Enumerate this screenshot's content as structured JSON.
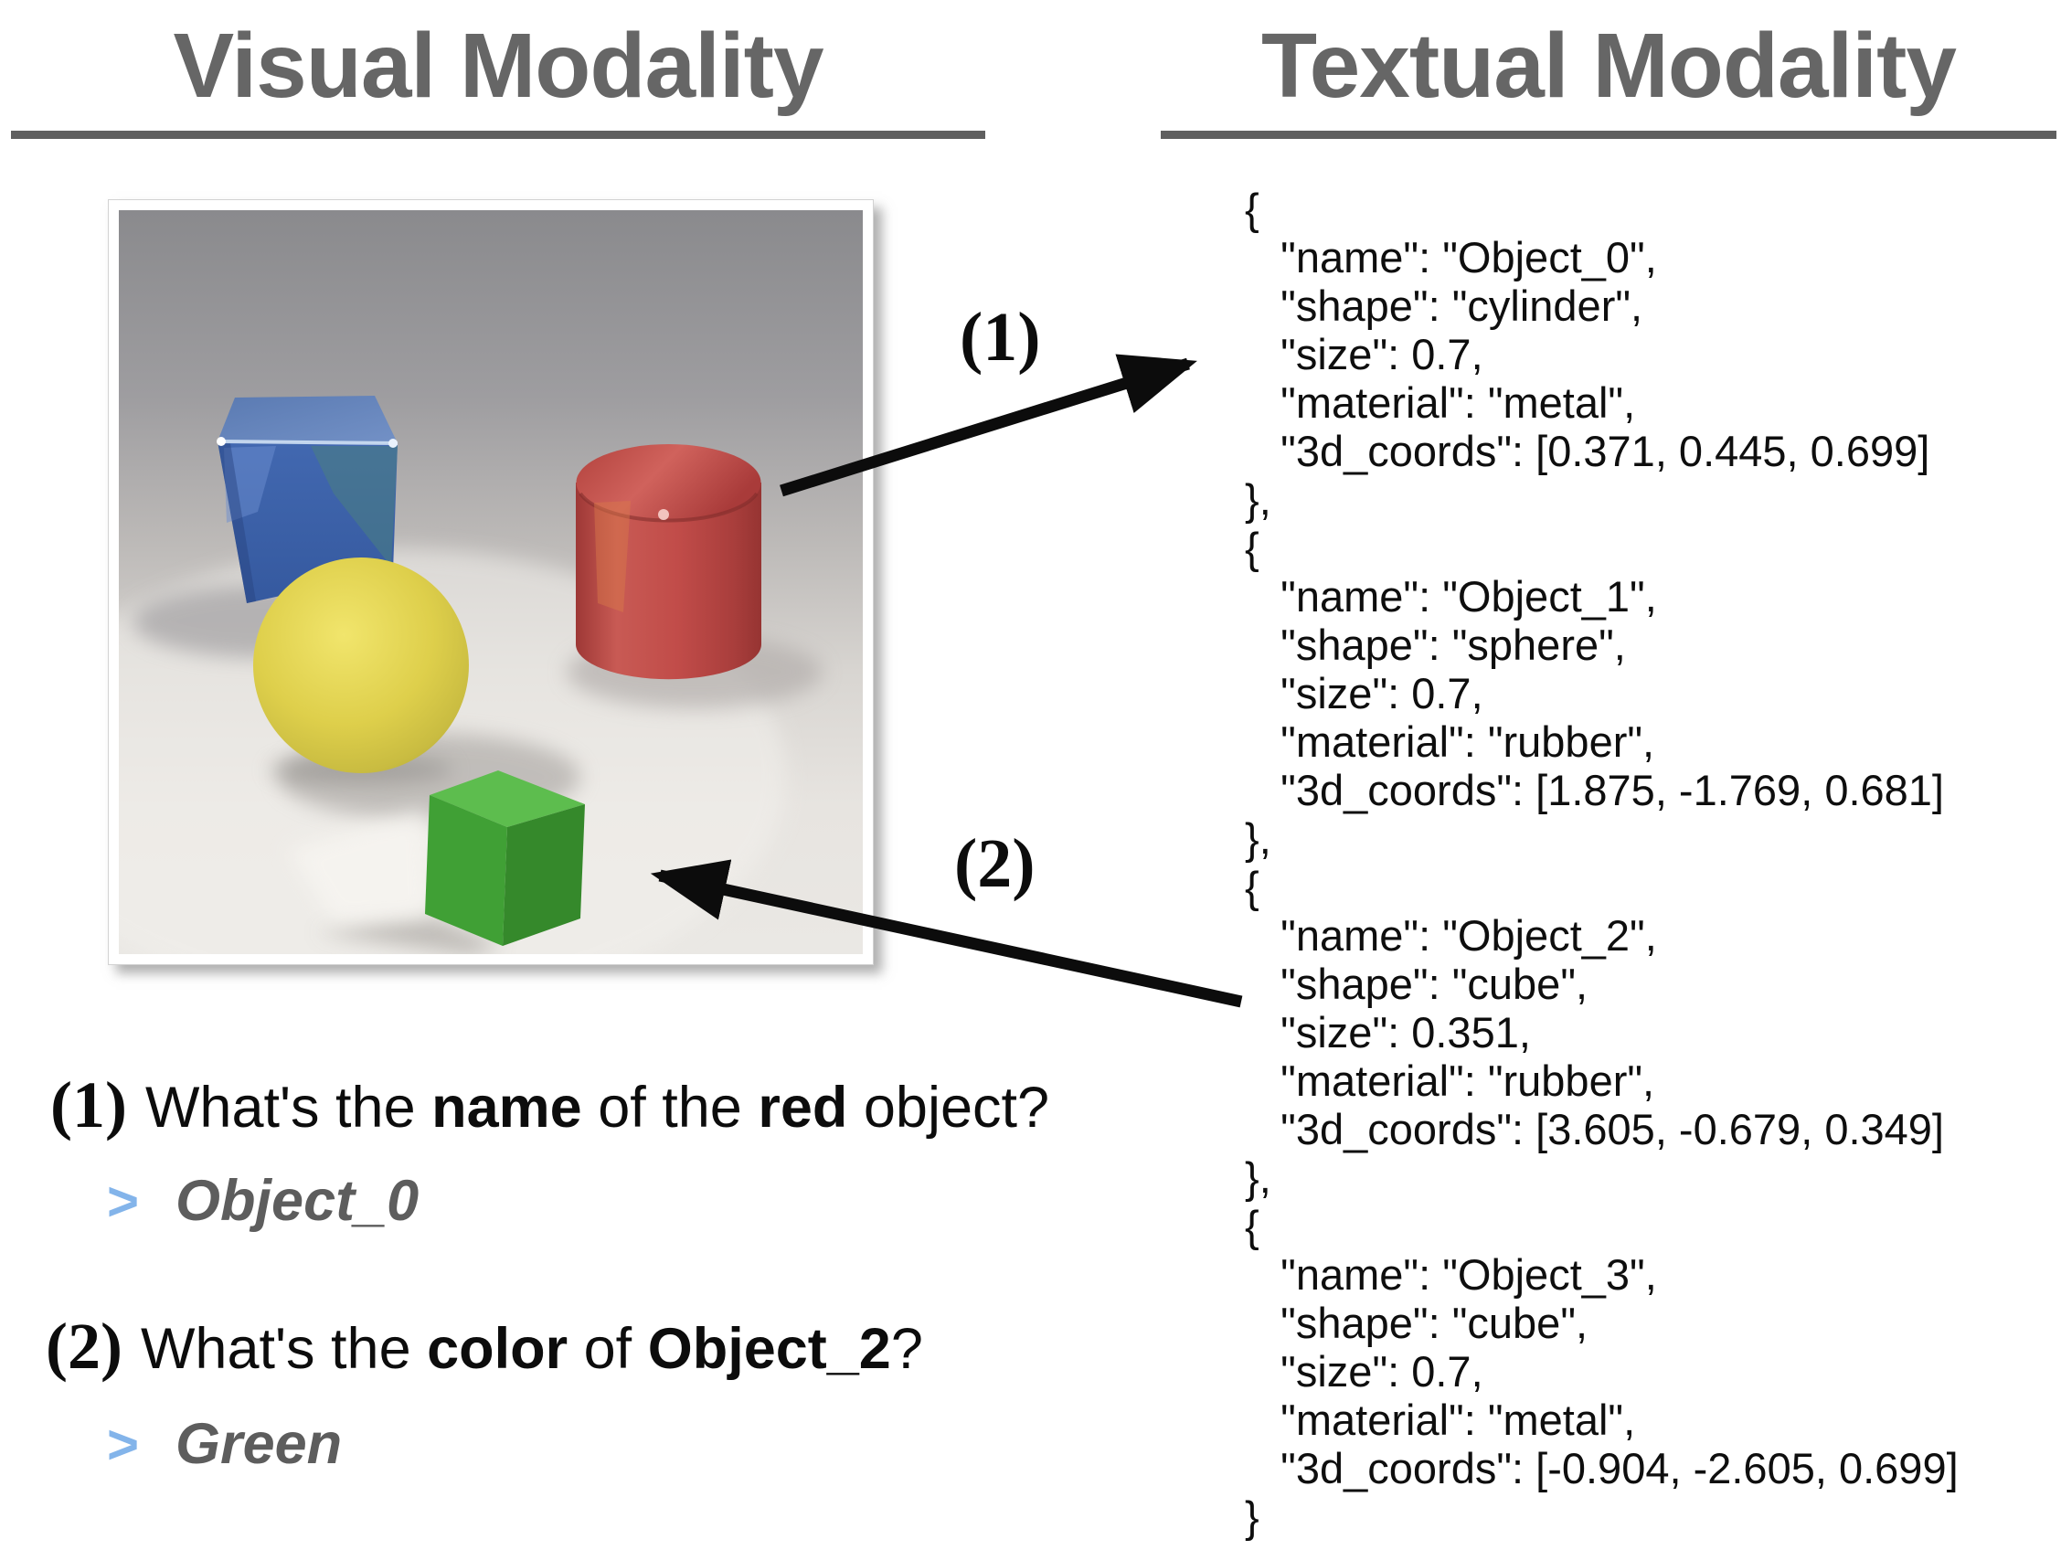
{
  "titles": {
    "left": "Visual Modality",
    "right": "Textual Modality"
  },
  "labels": {
    "arrow1": "(1)",
    "arrow2": "(2)"
  },
  "questions": {
    "q1": {
      "num": "(1)",
      "pre": "What's the ",
      "bold1": "name",
      "mid": " of the ",
      "bold2": "red",
      "post": " object?",
      "prompt": ">",
      "answer": "Object_0"
    },
    "q2": {
      "num": "(2)",
      "pre": "What's the ",
      "bold1": "color",
      "mid": " of ",
      "bold2": "Object_2",
      "post": "?",
      "prompt": ">",
      "answer": "Green"
    }
  },
  "json_panel": {
    "keys": [
      "name",
      "shape",
      "size",
      "material",
      "3d_coords"
    ],
    "objects": [
      {
        "name": "Object_0",
        "shape": "cylinder",
        "size": "0.7",
        "material": "metal",
        "3d_coords": "[0.371, 0.445, 0.699]"
      },
      {
        "name": "Object_1",
        "shape": "sphere",
        "size": "0.7",
        "material": "rubber",
        "3d_coords": "[1.875, -1.769, 0.681]"
      },
      {
        "name": "Object_2",
        "shape": "cube",
        "size": "0.351",
        "material": "rubber",
        "3d_coords": "[3.605, -0.679, 0.349]"
      },
      {
        "name": "Object_3",
        "shape": "cube",
        "size": "0.7",
        "material": "metal",
        "3d_coords": "[-0.904, -2.605, 0.699]"
      }
    ]
  },
  "scene_objects": [
    {
      "label": "blue metal cube",
      "color": "#3c63ae"
    },
    {
      "label": "yellow rubber sphere",
      "color": "#ddd04a"
    },
    {
      "label": "red metal cylinder",
      "color": "#c14c49"
    },
    {
      "label": "green rubber cube",
      "color": "#3f9e34"
    }
  ],
  "colors": {
    "title_gray": "#666666",
    "underline_gray": "#5f5f5f",
    "answer_chevron_blue": "#83b4ea",
    "answer_text_gray": "#5d5d5d",
    "arrow_black": "#0c0c0c",
    "json_text": "#0e0e0e"
  }
}
